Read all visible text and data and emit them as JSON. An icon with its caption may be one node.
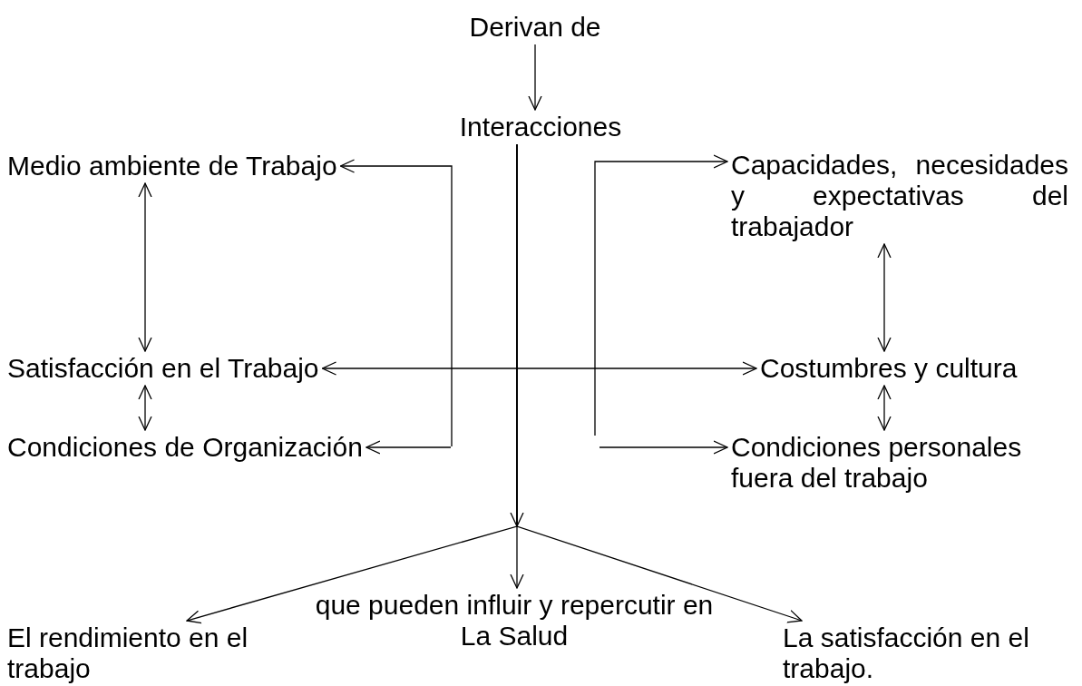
{
  "diagram": {
    "nodes": [
      {
        "text": [
          "Derivan de"
        ]
      },
      {
        "text": [
          "Interacciones"
        ]
      },
      {
        "text": [
          "Medio ambiente de Trabajo"
        ]
      },
      {
        "text": [
          "Capacidades, necesidades y expectativas del trabajador"
        ]
      },
      {
        "text": [
          "Satisfacción en el Trabajo"
        ]
      },
      {
        "text": [
          "Costumbres y cultura"
        ]
      },
      {
        "text": [
          "Condiciones de Organización"
        ]
      },
      {
        "text": [
          "Condiciones personales fuera del trabajo"
        ]
      },
      {
        "text": [
          "que pueden influir y repercutir en",
          "La Salud"
        ]
      },
      {
        "text": [
          "El rendimiento en el trabajo"
        ]
      },
      {
        "text": [
          "La satisfacción en el trabajo."
        ]
      }
    ],
    "edges": [
      {
        "from": 0,
        "to": 1,
        "arrow": "to"
      },
      {
        "from": null,
        "to": 2,
        "arrow": "to"
      },
      {
        "from": null,
        "to": 3,
        "arrow": "to"
      },
      {
        "from": null,
        "to": 6,
        "arrow": "to"
      },
      {
        "from": null,
        "to": 7,
        "arrow": "to"
      },
      {
        "from": 4,
        "to": 5,
        "arrow": "both"
      },
      {
        "from": 2,
        "to": 4,
        "arrow": "both"
      },
      {
        "from": 4,
        "to": 6,
        "arrow": "both"
      },
      {
        "from": 3,
        "to": 5,
        "arrow": "both"
      },
      {
        "from": 5,
        "to": 7,
        "arrow": "both"
      },
      {
        "from": 1,
        "to": 9,
        "arrow": "to"
      },
      {
        "from": 1,
        "to": 8,
        "arrow": "to"
      },
      {
        "from": 1,
        "to": 10,
        "arrow": "to"
      }
    ]
  }
}
